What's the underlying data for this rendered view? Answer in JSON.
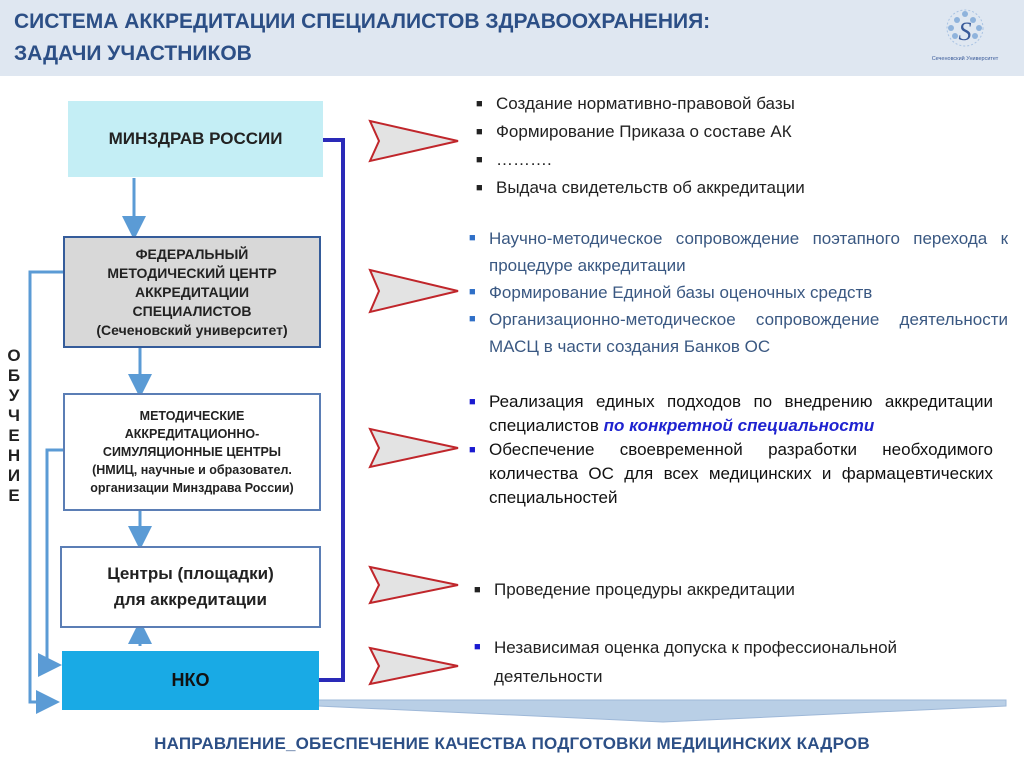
{
  "header": {
    "title": "СИСТЕМА АККРЕДИТАЦИИ СПЕЦИАЛИСТОВ ЗДРАВООХРАНЕНИЯ:\nЗАДАЧИ УЧАСТНИКОВ",
    "logo_text": "Сеченовский Университет"
  },
  "colors": {
    "header_bg": "#dfe7f1",
    "title": "#2c4f86",
    "arrow": "#5b9bd5",
    "chevron": "#c0262b",
    "bracket": "#2a2ab8",
    "nko": "#19aae5"
  },
  "orgs": [
    {
      "label": "МИНЗДРАВ РОССИИ"
    },
    {
      "label": "ФЕДЕРАЛЬНЫЙ\nМЕТОДИЧЕСКИЙ ЦЕНТР\nАККРЕДИТАЦИИ\nСПЕЦИАЛИСТОВ\n(Сеченовский университет)"
    },
    {
      "label": "МЕТОДИЧЕСКИЕ\nАККРЕДИТАЦИОННО-\nСИМУЛЯЦИОННЫЕ ЦЕНТРЫ\n(НМИЦ, научные и образовател.\nорганизации Минздрава  России)"
    },
    {
      "label": "Центры (площадки)\nдля аккредитации"
    },
    {
      "label": "НКО"
    }
  ],
  "side_label": [
    "О",
    "Б",
    "У",
    "Ч",
    "Е",
    "Н",
    "И",
    "Е"
  ],
  "tasks": {
    "group1": [
      "Создание  нормативно-правовой базы",
      "Формирование Приказа о составе АК",
      "……….",
      "Выдача свидетельств об аккредитации"
    ],
    "group2": [
      "Научно-методическое сопровождение поэтапного перехода к процедуре аккредитации",
      "Формирование Единой базы  оценочных средств",
      "Организационно-методическое сопровождение деятельности МАСЦ в части создания Банков ОС"
    ],
    "group3": [
      {
        "text": "Реализация единых подходов по внедрению аккредитации специалистов ",
        "emphasis": "по конкретной специальности"
      },
      {
        "text": "Обеспечение своевременной разработки необходимого количества ОС для всех медицинских и фармацевтических специальностей"
      }
    ],
    "group4": [
      "Проведение процедуры аккредитации"
    ],
    "group5": [
      "Независимая оценка допуска  к профессиональной деятельности"
    ]
  },
  "footer": {
    "text": "НАПРАВЛЕНИЕ_ОБЕСПЕЧЕНИЕ КАЧЕСТВА ПОДГОТОВКИ МЕДИЦИНСКИХ КАДРОВ"
  }
}
